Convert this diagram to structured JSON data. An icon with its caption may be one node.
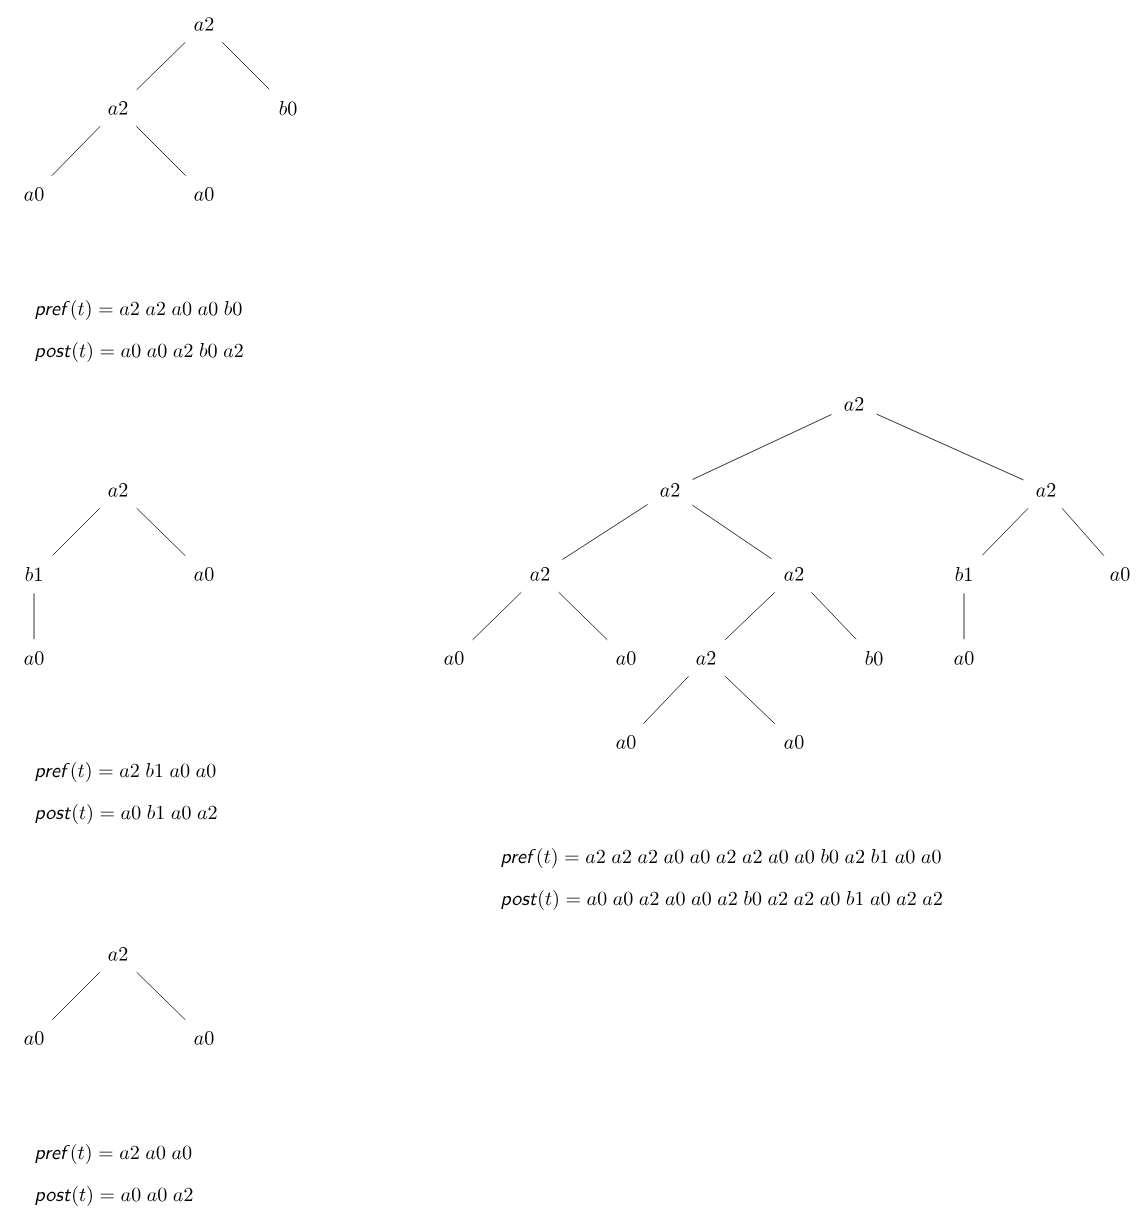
{
  "diagram": {
    "nodes": [
      {
        "text": [
          "a2"
        ]
      },
      {
        "text": [
          "a2"
        ]
      },
      {
        "text": [
          "b0"
        ]
      },
      {
        "text": [
          "a0"
        ]
      },
      {
        "text": [
          "a0"
        ]
      },
      {
        "text": [
          "a2"
        ]
      },
      {
        "text": [
          "b1"
        ]
      },
      {
        "text": [
          "a0"
        ]
      },
      {
        "text": [
          "a0"
        ]
      },
      {
        "text": [
          "a2"
        ]
      },
      {
        "text": [
          "a0"
        ]
      },
      {
        "text": [
          "a0"
        ]
      },
      {
        "text": [
          "a2"
        ]
      },
      {
        "text": [
          "a2"
        ]
      },
      {
        "text": [
          "a2"
        ]
      },
      {
        "text": [
          "a2"
        ]
      },
      {
        "text": [
          "a2"
        ]
      },
      {
        "text": [
          "b1"
        ]
      },
      {
        "text": [
          "a0"
        ]
      },
      {
        "text": [
          "a0"
        ]
      },
      {
        "text": [
          "a0"
        ]
      },
      {
        "text": [
          "a2"
        ]
      },
      {
        "text": [
          "b0"
        ]
      },
      {
        "text": [
          "a0"
        ]
      },
      {
        "text": [
          "a0"
        ]
      },
      {
        "text": [
          "a0"
        ]
      }
    ],
    "edges": [
      {
        "from": 0,
        "to": 1,
        "arrow": "none"
      },
      {
        "from": 0,
        "to": 2,
        "arrow": "none"
      },
      {
        "from": 1,
        "to": 3,
        "arrow": "none"
      },
      {
        "from": 1,
        "to": 4,
        "arrow": "none"
      },
      {
        "from": 5,
        "to": 6,
        "arrow": "none"
      },
      {
        "from": 5,
        "to": 7,
        "arrow": "none"
      },
      {
        "from": 6,
        "to": 8,
        "arrow": "none"
      },
      {
        "from": 9,
        "to": 10,
        "arrow": "none"
      },
      {
        "from": 9,
        "to": 11,
        "arrow": "none"
      },
      {
        "from": 12,
        "to": 13,
        "arrow": "none"
      },
      {
        "from": 12,
        "to": 14,
        "arrow": "none"
      },
      {
        "from": 13,
        "to": 15,
        "arrow": "none"
      },
      {
        "from": 13,
        "to": 16,
        "arrow": "none"
      },
      {
        "from": 14,
        "to": 17,
        "arrow": "none"
      },
      {
        "from": 14,
        "to": 18,
        "arrow": "none"
      },
      {
        "from": 15,
        "to": 19,
        "arrow": "none"
      },
      {
        "from": 15,
        "to": 20,
        "arrow": "none"
      },
      {
        "from": 16,
        "to": 21,
        "arrow": "none"
      },
      {
        "from": 16,
        "to": 22,
        "arrow": "none"
      },
      {
        "from": 17,
        "to": 23,
        "arrow": "none"
      },
      {
        "from": 21,
        "to": 24,
        "arrow": "none"
      },
      {
        "from": 21,
        "to": 25,
        "arrow": "none"
      }
    ],
    "labels": [
      "\\textsf{\\textit{pref}}(t) = a2\\ a2\\ a0\\ a0\\ b0",
      "\\textsf{\\textit{post}}(t) = a0\\ a0\\ a2\\ b0\\ a2",
      "\\textsf{\\textit{pref}}(t) = a2\\ a2\\ a2\\ a0\\ a0\\ a2\\ a2\\ a0\\ a0\\ b0\\ a2\\ b1\\ a0\\ a0",
      "\\textsf{\\textit{post}}(t) = a0\\ a0\\ a2\\ a0\\ a0\\ a2\\ b0\\ a2\\ a2\\ a0\\ b1\\ a0\\ a2\\ a2",
      "\\textsf{\\textit{pref}}(t) = a2\\ b1\\ a0\\ a0",
      "\\textsf{\\textit{post}}(t) = a0\\ b1\\ a0\\ a2",
      "\\textsf{\\textit{pref}}(t) = a2\\ a0\\ a0",
      "\\textsf{\\textit{post}}(t) = a0\\ a0\\ a2"
    ]
  }
}
